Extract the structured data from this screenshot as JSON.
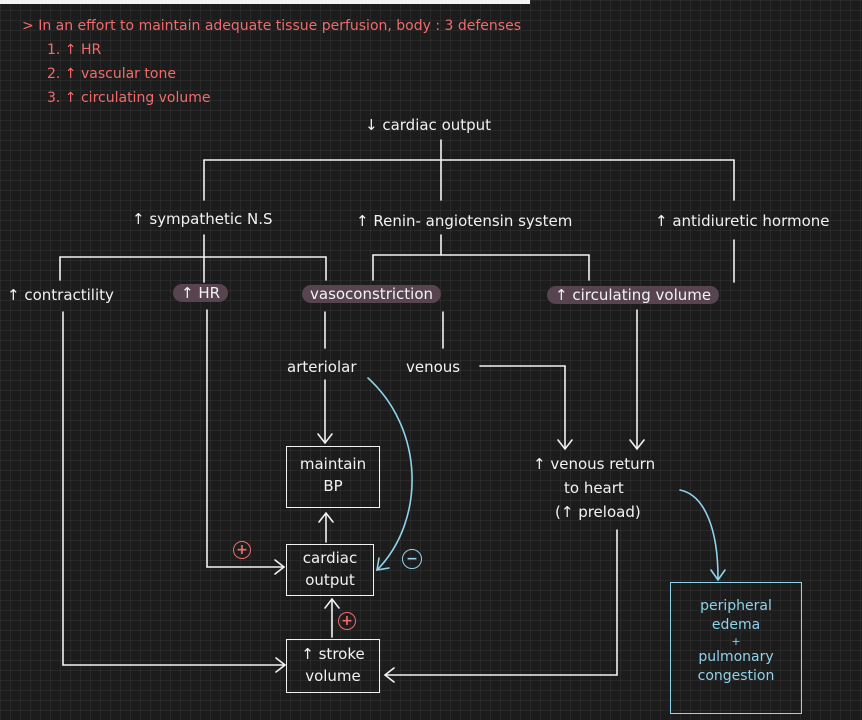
{
  "intro": {
    "heading": "In an effort to maintain adequate tissue perfusion, body : 3 defenses",
    "defenses": [
      "1. ↑ HR",
      "2. ↑ vascular tone",
      "3. ↑ circulating volume"
    ]
  },
  "nodes": {
    "cardiac_output_drop": "↓ cardiac output",
    "sympathetic": "↑ sympathetic N.S",
    "renin": "↑ Renin- angiotensin system",
    "adh": "↑ antidiuretic hormone",
    "contractility": "↑ contractility",
    "hr": "↑ HR",
    "vasoconstriction": "vasoconstriction",
    "circulating_volume": "↑ circulating volume",
    "arteriolar": "arteriolar",
    "venous": "venous",
    "maintain_bp_1": "maintain",
    "maintain_bp_2": "BP",
    "cardiac_output_1": "cardiac",
    "cardiac_output_2": "output",
    "stroke_volume_1": "↑ stroke",
    "stroke_volume_2": "volume",
    "venous_return_1": "↑ venous return",
    "venous_return_2": "to heart",
    "venous_return_3": "(↑ preload)",
    "edema_1": "peripheral",
    "edema_2": "edema",
    "edema_3": "+",
    "edema_4": "pulmonary",
    "edema_5": "congestion"
  },
  "signs": {
    "plus": "+",
    "minus": "−"
  },
  "colors": {
    "background": "#1c1c1c",
    "ink": "#f2f2f2",
    "red": "#f26b6b",
    "blue": "#8fd3ec",
    "highlight": "#57444f"
  }
}
